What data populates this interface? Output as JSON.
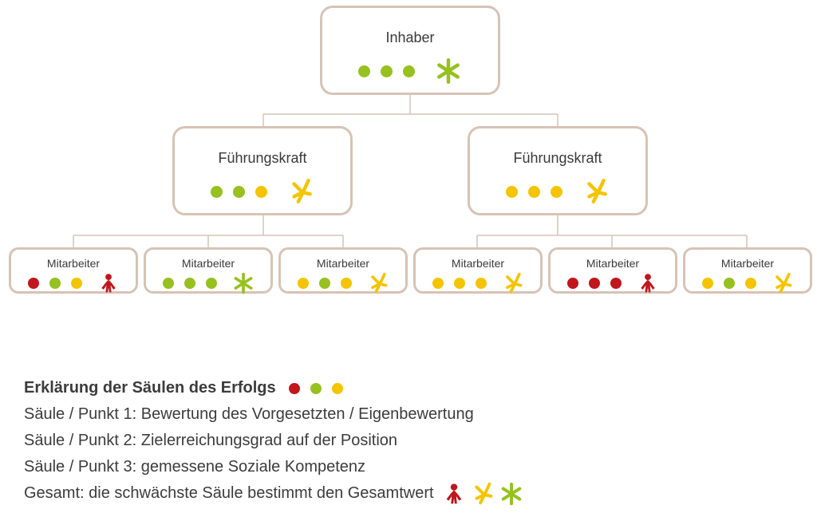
{
  "colors": {
    "red": "#c0161c",
    "green": "#96c11f",
    "yellow": "#f5c400",
    "border": "#d7c3b5",
    "connector": "#d7c3b5"
  },
  "symbols": {
    "red": "red-person-icon",
    "yellow": "yellow-dancing-person-icon",
    "green": "green-star-person-icon"
  },
  "org": {
    "owner": {
      "title": "Inhaber",
      "dots": [
        "green",
        "green",
        "green"
      ],
      "overall": "green"
    },
    "managers": [
      {
        "title": "Führungskraft",
        "dots": [
          "green",
          "green",
          "yellow"
        ],
        "overall": "yellow"
      },
      {
        "title": "Führungskraft",
        "dots": [
          "yellow",
          "yellow",
          "yellow"
        ],
        "overall": "yellow"
      }
    ],
    "employees": [
      {
        "title": "Mitarbeiter",
        "dots": [
          "red",
          "green",
          "yellow"
        ],
        "overall": "red"
      },
      {
        "title": "Mitarbeiter",
        "dots": [
          "green",
          "green",
          "green"
        ],
        "overall": "green"
      },
      {
        "title": "Mitarbeiter",
        "dots": [
          "yellow",
          "green",
          "yellow"
        ],
        "overall": "yellow"
      },
      {
        "title": "Mitarbeiter",
        "dots": [
          "yellow",
          "yellow",
          "yellow"
        ],
        "overall": "yellow"
      },
      {
        "title": "Mitarbeiter",
        "dots": [
          "red",
          "red",
          "red"
        ],
        "overall": "red"
      },
      {
        "title": "Mitarbeiter",
        "dots": [
          "yellow",
          "green",
          "yellow"
        ],
        "overall": "yellow"
      }
    ]
  },
  "legend": {
    "heading": "Erklärung der Säulen des Erfolgs",
    "heading_dots": [
      "red",
      "green",
      "yellow"
    ],
    "lines": [
      "Säule / Punkt 1: Bewertung des Vorgesetzten / Eigenbewertung",
      "Säule / Punkt 2: Zielerreichungsgrad auf der Position",
      "Säule / Punkt 3: gemessene Soziale Kompetenz"
    ],
    "total": "Gesamt: die schwächste Säule bestimmt den Gesamtwert",
    "total_symbols": [
      "red",
      "yellow",
      "green"
    ]
  }
}
